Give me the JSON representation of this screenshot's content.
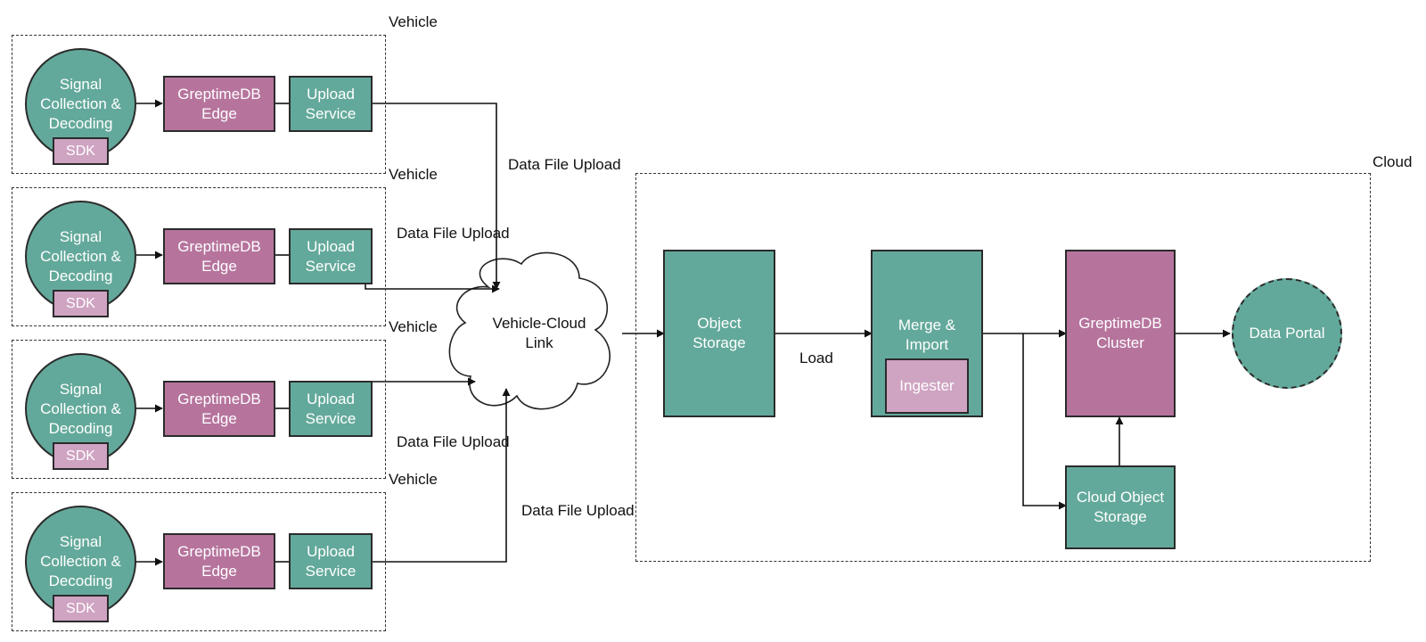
{
  "vehicles": [
    {
      "group_label": "Vehicle",
      "signal_label": "Signal\nCollection &\nDecoding",
      "sdk_label": "SDK",
      "edge_label": "GreptimeDB\nEdge",
      "upload_label": "Upload\nService"
    },
    {
      "group_label": "Vehicle",
      "signal_label": "Signal\nCollection &\nDecoding",
      "sdk_label": "SDK",
      "edge_label": "GreptimeDB\nEdge",
      "upload_label": "Upload\nService"
    },
    {
      "group_label": "Vehicle",
      "signal_label": "Signal\nCollection &\nDecoding",
      "sdk_label": "SDK",
      "edge_label": "GreptimeDB\nEdge",
      "upload_label": "Upload\nService"
    },
    {
      "group_label": "Vehicle",
      "signal_label": "Signal\nCollection &\nDecoding",
      "sdk_label": "SDK",
      "edge_label": "GreptimeDB\nEdge",
      "upload_label": "Upload\nService"
    }
  ],
  "upload_labels": [
    "Data File Upload",
    "Data File Upload",
    "Data File Upload",
    "Data File Upload"
  ],
  "link": {
    "label": "Vehicle-Cloud\nLink"
  },
  "cloud": {
    "group_label": "Cloud",
    "object_storage": "Object\nStorage",
    "load_label": "Load",
    "merge_import": "Merge &\nImport",
    "ingester": "Ingester",
    "cluster": "GreptimeDB\nCluster",
    "data_portal": "Data Portal",
    "cloud_object_storage": "Cloud Object\nStorage"
  },
  "colors": {
    "teal": "#63a99b",
    "magenta": "#b6749d",
    "light_pink": "#cfa3c2",
    "stroke": "#2b2b2b"
  }
}
